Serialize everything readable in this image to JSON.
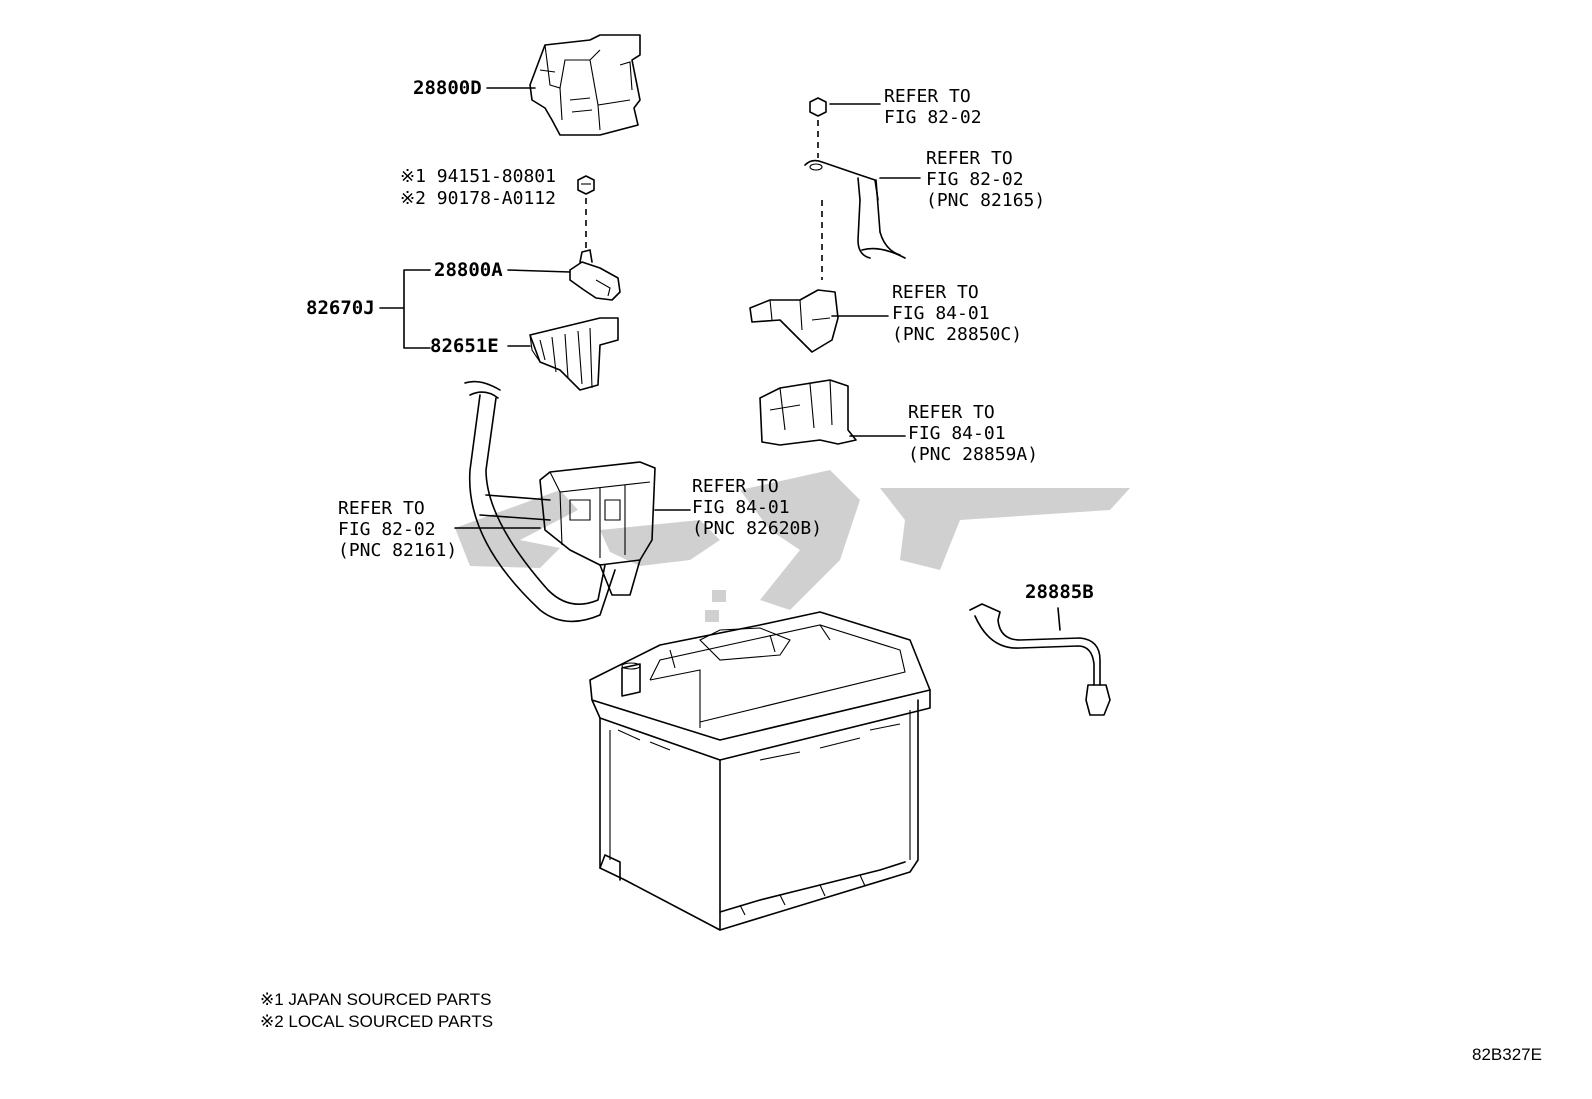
{
  "diagram": {
    "callouts": {
      "p28800D": "28800D",
      "p28800A": "28800A",
      "p82651E": "82651E",
      "p82670J": "82670J",
      "p28885B": "28885B",
      "bolt_line1": "※1 94151-80801",
      "bolt_line2": "※2 90178-A0112"
    },
    "refers": {
      "r1": {
        "l1": "REFER TO",
        "l2": "FIG 82-02"
      },
      "r2": {
        "l1": "REFER TO",
        "l2": "FIG 82-02",
        "l3": "(PNC 82165)"
      },
      "r3": {
        "l1": "REFER TO",
        "l2": "FIG 84-01",
        "l3": "(PNC 28850C)"
      },
      "r4": {
        "l1": "REFER TO",
        "l2": "FIG 84-01",
        "l3": "(PNC 28859A)"
      },
      "r5": {
        "l1": "REFER TO",
        "l2": "FIG 84-01",
        "l3": "(PNC 82620B)"
      },
      "r6": {
        "l1": "REFER TO",
        "l2": "FIG 82-02",
        "l3": "(PNC 82161)"
      }
    },
    "notes": {
      "n1": "※1 JAPAN SOURCED PARTS",
      "n2": "※2 LOCAL SOURCED PARTS"
    },
    "figure_code": "82B327E"
  }
}
